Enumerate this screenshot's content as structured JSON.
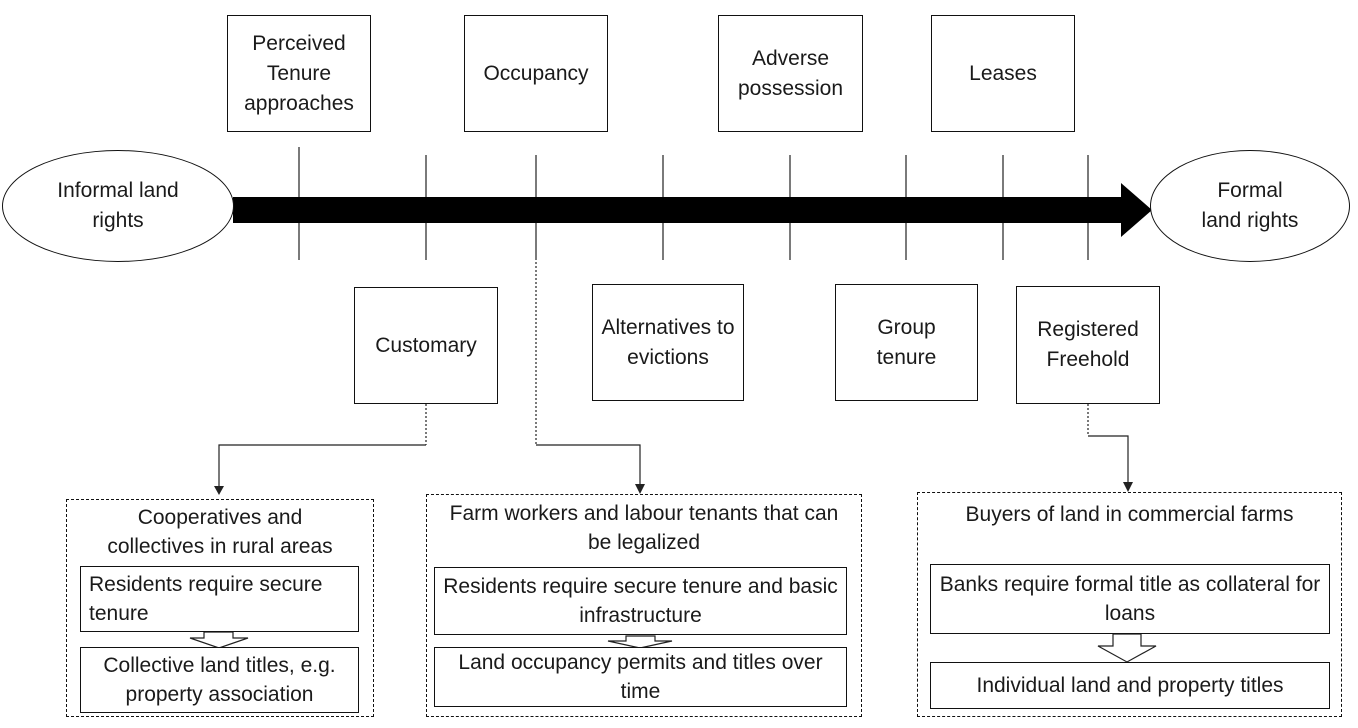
{
  "ends": {
    "left": "Informal land rights",
    "right": "Formal land rights"
  },
  "top_boxes": [
    "Perceived Tenure approaches",
    "Occupancy",
    "Adverse possession",
    "Leases"
  ],
  "bottom_boxes": [
    "Customary",
    "Alternatives to evictions",
    "Group tenure",
    "Registered Freehold"
  ],
  "groups": [
    {
      "title": "Cooperatives and collectives in rural areas",
      "need": "Residents require secure tenure",
      "outcome": "Collective land titles, e.g. property association"
    },
    {
      "title": "Farm workers and labour tenants that can be legalized",
      "need": "Residents require secure tenure and basic infrastructure",
      "outcome": "Land occupancy permits and titles over time"
    },
    {
      "title": "Buyers of land in commercial farms",
      "need": "Banks require formal title as collateral for loans",
      "outcome": "Individual land and property titles"
    }
  ]
}
